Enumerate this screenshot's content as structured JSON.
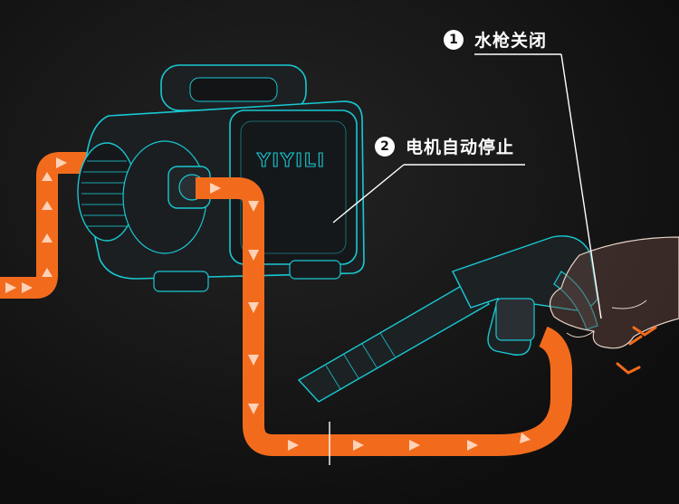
{
  "callouts": [
    {
      "number": "1",
      "text": "水枪关闭"
    },
    {
      "number": "2",
      "text": "电机自动停止"
    }
  ],
  "brand": {
    "logo_text": "YIYILI"
  },
  "colors": {
    "background": "#141414",
    "pipe": "#f26b1d",
    "arrow": "#ffd2b8",
    "outline": "#19c8d2",
    "text": "#ffffff"
  }
}
